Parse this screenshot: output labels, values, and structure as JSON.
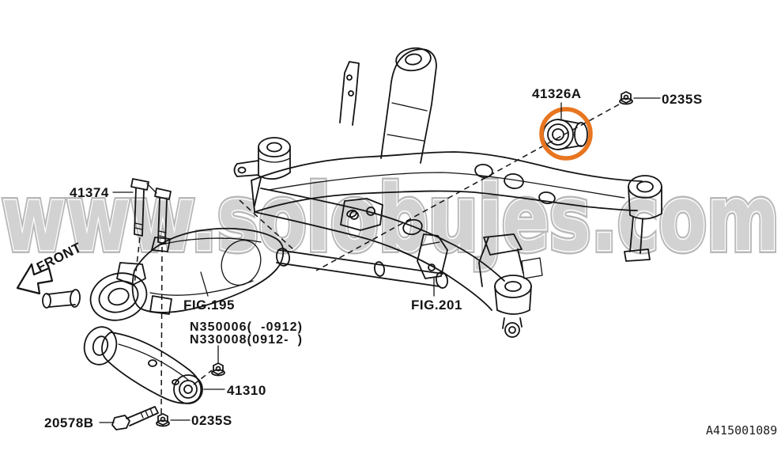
{
  "watermark": {
    "text": "www.solobujes.com"
  },
  "colors": {
    "highlight": "#e8751f"
  },
  "labels": {
    "bushing_top": "41326A",
    "nut_top": "0235S",
    "bolts_left": "41374",
    "front": "FRONT",
    "fig_differential": "FIG.195",
    "fig_crossmember": "FIG.201",
    "nut_range_early": "N350006(  -0912)",
    "nut_range_late": "N330008(0912-  )",
    "bushing_arm": "41310",
    "bolt_bottom": "20578B",
    "nut_bottom": "0235S",
    "drawing_id": "A415001089"
  }
}
